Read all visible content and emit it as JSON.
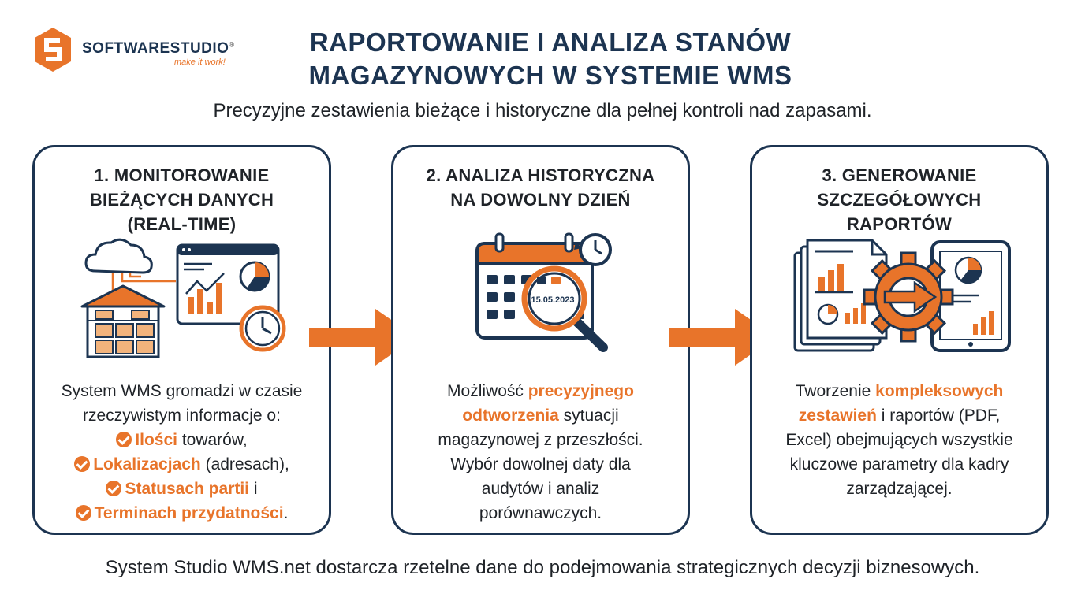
{
  "brand": {
    "name": "SOFTWARESTUDIO",
    "registered": "®",
    "tagline": "make it work!"
  },
  "header": {
    "title_line1": "RAPORTOWANIE I ANALIZA STANÓW",
    "title_line2": "MAGAZYNOWYCH W SYSTEMIE WMS",
    "subtitle": "Precyzyjne zestawienia bieżące i historyczne dla pełnej kontroli nad zapasami."
  },
  "cards": [
    {
      "title": [
        "1. MONITOROWANIE",
        "BIEŻĄCYCH DANYCH",
        "(REAL-TIME)"
      ],
      "intro": [
        "System WMS gromadzi w czasie",
        "rzeczywistym informacje o:"
      ],
      "items": [
        {
          "bold": "Ilości",
          "rest": " towarów,"
        },
        {
          "bold": "Lokalizacjach",
          "rest": " (adresach),"
        },
        {
          "bold": "Statusach partii",
          "rest": " i"
        },
        {
          "bold": "Terminach przydatności",
          "rest": "."
        }
      ]
    },
    {
      "title": [
        "2. ANALIZA HISTORYCZNA",
        "NA DOWOLNY DZIEŃ"
      ],
      "calendar_date": "15.05.2023",
      "text": {
        "pre": "Możliwość ",
        "hl1": "precyzyjnego",
        "hl2": "odtworzenia",
        "post1": " sytuacji",
        "line3": "magazynowej z przeszłości.",
        "line4": "Wybór dowolnej daty dla",
        "line5": "audytów i analiz",
        "line6": "porównawczych."
      }
    },
    {
      "title": [
        "3. GENEROWANIE",
        "SZCZEGÓŁOWYCH",
        "RAPORTÓW"
      ],
      "text": {
        "pre": "Tworzenie ",
        "hl1": "kompleksowych",
        "hl2": "zestawień",
        "post1": " i raportów (PDF,",
        "line3": "Excel) obejmujących wszystkie",
        "line4": "kluczowe parametry dla kadry",
        "line5": "zarządzającej."
      }
    }
  ],
  "footer": "System Studio WMS.net dostarcza rzetelne dane do podejmowania strategicznych decyzji biznesowych.",
  "colors": {
    "navy": "#1c3451",
    "orange": "#e8742a",
    "text": "#1f2328"
  },
  "icons": [
    "logo-icon",
    "cloud-icon",
    "warehouse-icon",
    "dashboard-icon",
    "clock-icon",
    "calendar-icon",
    "magnifier-icon",
    "documents-icon",
    "gear-icon",
    "tablet-icon",
    "check-icon",
    "arrow-right-icon"
  ]
}
